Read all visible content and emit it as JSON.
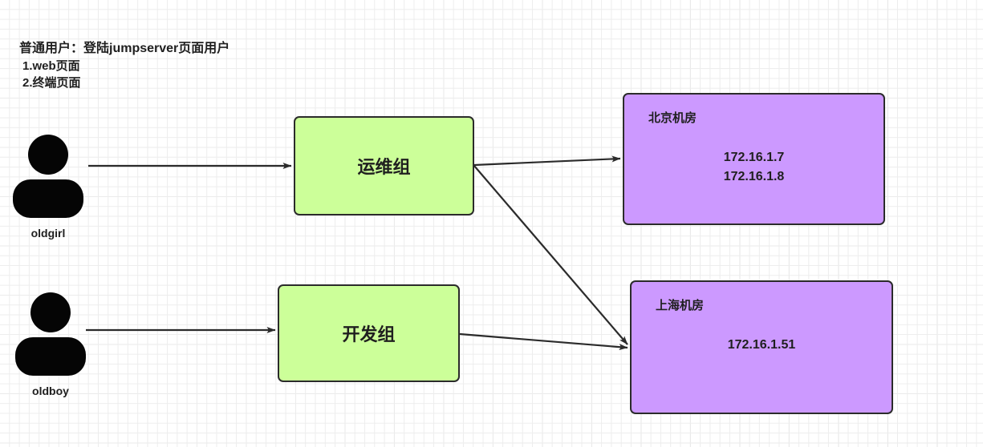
{
  "legend": {
    "title": "普通用户：登陆jumpserver页面用户",
    "lines": [
      "1.web页面",
      "2.终端页面"
    ]
  },
  "actors": [
    {
      "name": "oldgirl",
      "label": "oldgirl"
    },
    {
      "name": "oldboy",
      "label": "oldboy"
    }
  ],
  "groups": [
    {
      "name": "ops-group",
      "label": "运维组"
    },
    {
      "name": "dev-group",
      "label": "开发组"
    }
  ],
  "rooms": [
    {
      "name": "beijing-room",
      "title": "北京机房",
      "ips": [
        "172.16.1.7",
        "172.16.1.8"
      ],
      "ip_text": "172.16.1.7\n172.16.1.8"
    },
    {
      "name": "shanghai-room",
      "title": "上海机房",
      "ips": [
        "172.16.1.51"
      ],
      "ip_text": "172.16.1.51"
    }
  ],
  "connections": [
    {
      "from": "oldgirl",
      "to": "运维组"
    },
    {
      "from": "oldboy",
      "to": "开发组"
    },
    {
      "from": "运维组",
      "to": "北京机房"
    },
    {
      "from": "运维组",
      "to": "上海机房"
    },
    {
      "from": "开发组",
      "to": "上海机房"
    }
  ],
  "colors": {
    "group_fill": "#ccff99",
    "room_fill": "#cc99ff",
    "stroke": "#2b2b2b",
    "text": "#1f1f1f",
    "grid": "#ededed"
  }
}
